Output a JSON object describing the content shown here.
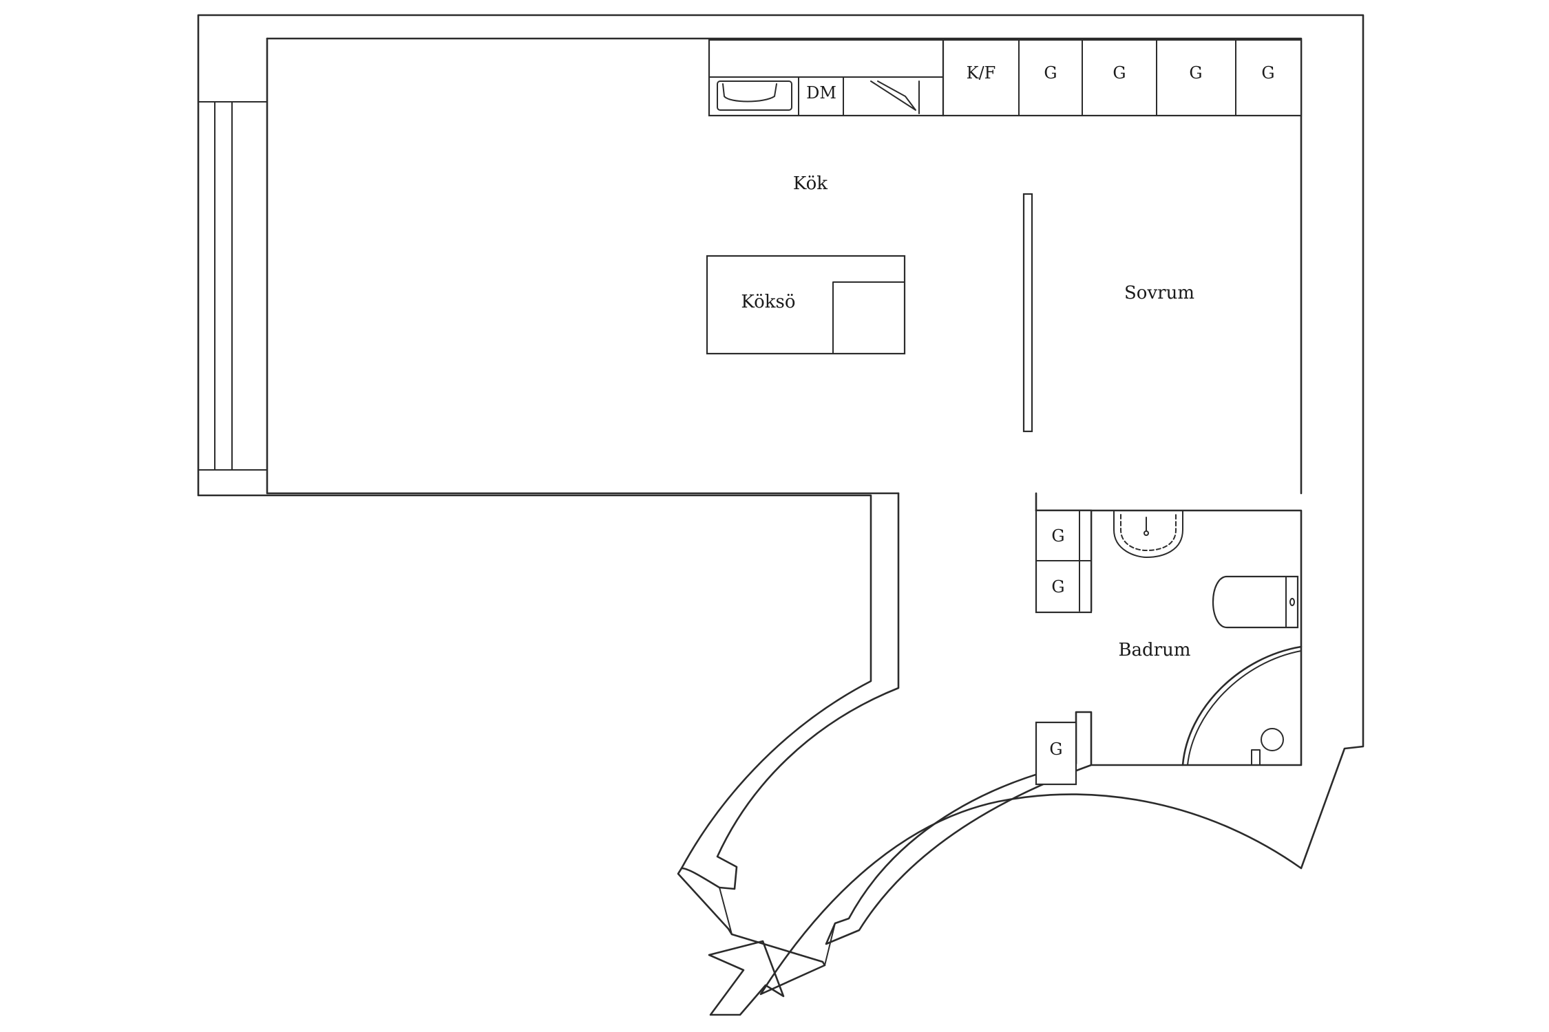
{
  "rooms": {
    "kok": "Kök",
    "koksö": "Köksö",
    "sovrum": "Sovrum",
    "badrum": "Badrum"
  },
  "fixtures": {
    "dishwasher": "DM",
    "fridge_freezer": "K/F",
    "wardrobe": "G"
  }
}
